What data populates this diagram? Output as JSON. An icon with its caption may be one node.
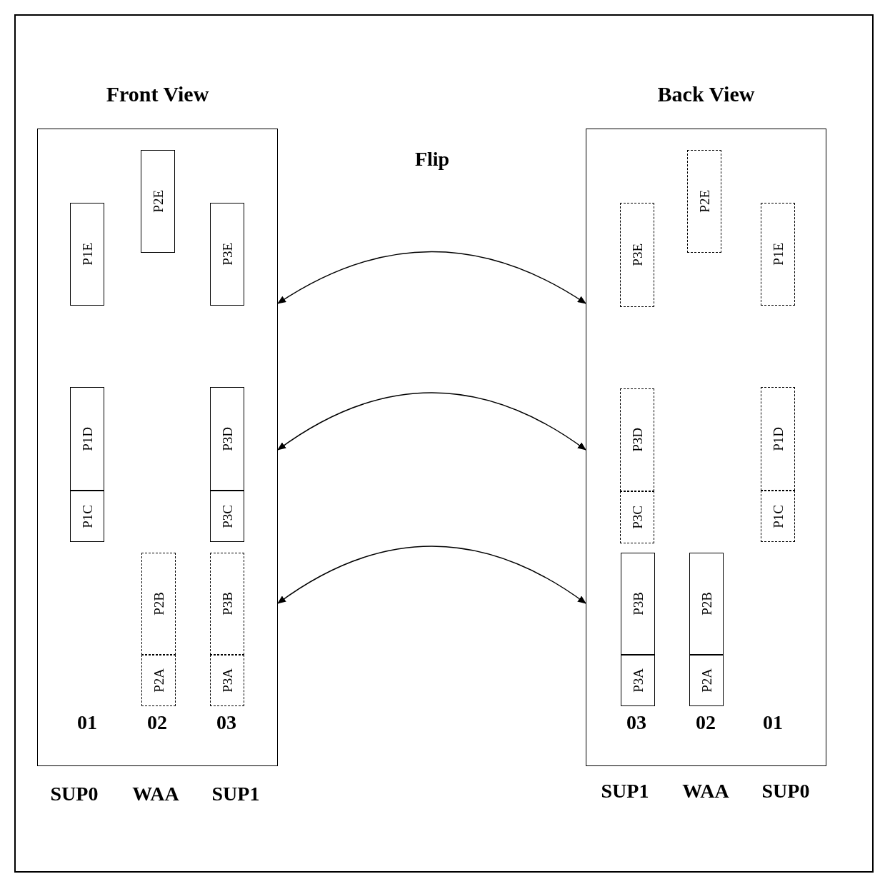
{
  "diagram": {
    "nodes": [
      {
        "text": [
          "Front View"
        ]
      },
      {
        "text": [
          "P2E"
        ],
        "in": 0
      },
      {
        "text": [
          "P1E"
        ],
        "in": 0
      },
      {
        "text": [
          "P3E"
        ],
        "in": 0
      },
      {
        "text": [
          "P1D"
        ],
        "in": 0
      },
      {
        "text": [
          "P1C"
        ],
        "in": 0
      },
      {
        "text": [
          "P3D"
        ],
        "in": 0
      },
      {
        "text": [
          "P3C"
        ],
        "in": 0
      },
      {
        "text": [
          "P2B"
        ],
        "in": 0
      },
      {
        "text": [
          "P2A"
        ],
        "in": 0
      },
      {
        "text": [
          "P3B"
        ],
        "in": 0
      },
      {
        "text": [
          "P3A"
        ],
        "in": 0
      },
      {
        "text": [
          "Back View"
        ]
      },
      {
        "text": [
          "P2E"
        ],
        "in": 12
      },
      {
        "text": [
          "P3E"
        ],
        "in": 12
      },
      {
        "text": [
          "P1E"
        ],
        "in": 12
      },
      {
        "text": [
          "P3D"
        ],
        "in": 12
      },
      {
        "text": [
          "P3C"
        ],
        "in": 12
      },
      {
        "text": [
          "P1D"
        ],
        "in": 12
      },
      {
        "text": [
          "P1C"
        ],
        "in": 12
      },
      {
        "text": [
          "P3B"
        ],
        "in": 12
      },
      {
        "text": [
          "P3A"
        ],
        "in": 12
      },
      {
        "text": [
          "P2B"
        ],
        "in": 12
      },
      {
        "text": [
          "P2A"
        ],
        "in": 12
      }
    ],
    "edges": [
      {
        "from": 0,
        "to": 12,
        "arrow": "both"
      },
      {
        "from": 0,
        "to": 12,
        "arrow": "both"
      },
      {
        "from": 0,
        "to": 12,
        "arrow": "both"
      }
    ],
    "labels": [
      "Flip",
      "01",
      "02",
      "03",
      "SUP0",
      "WAA",
      "SUP1",
      "03",
      "02",
      "01",
      "SUP1",
      "WAA",
      "SUP0"
    ]
  }
}
